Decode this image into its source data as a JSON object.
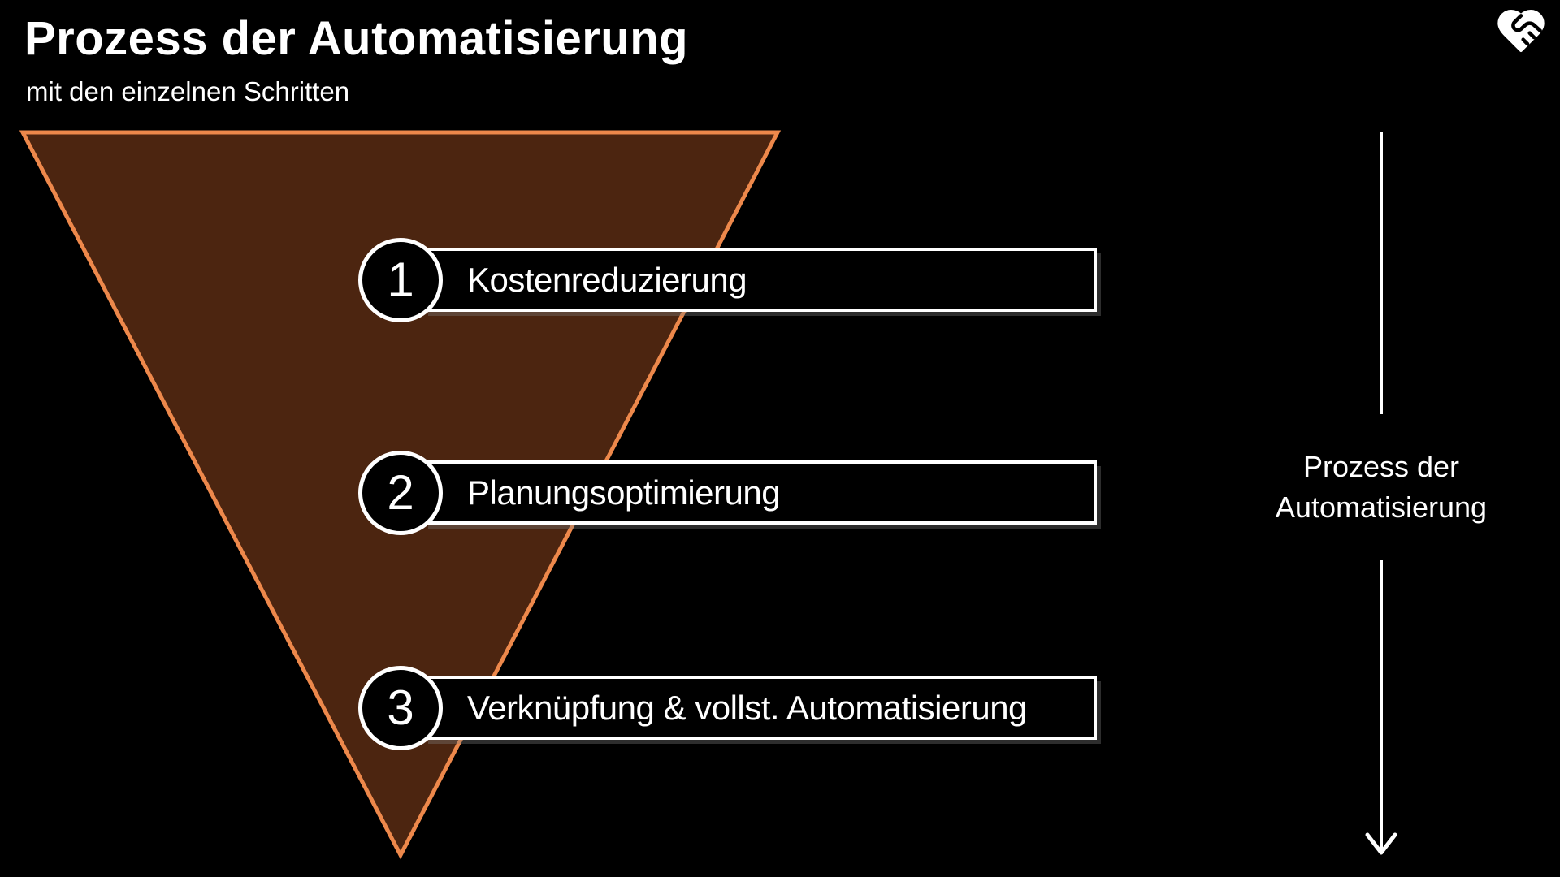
{
  "header": {
    "title": "Prozess der Automatisierung",
    "subtitle": "mit den einzelnen Schritten"
  },
  "logo": {
    "icon": "heart-handshake-icon"
  },
  "funnel": {
    "fill_color": "#4C2510",
    "border_color": "#ED884B",
    "steps": [
      {
        "number": "1",
        "label": "Kostenreduzierung"
      },
      {
        "number": "2",
        "label": "Planungsoptimierung"
      },
      {
        "number": "3",
        "label": "Verknüpfung & vollst. Automatisierung"
      }
    ]
  },
  "process_arrow": {
    "label": "Prozess der Automatisierung",
    "line_color": "#FFFFFF"
  }
}
